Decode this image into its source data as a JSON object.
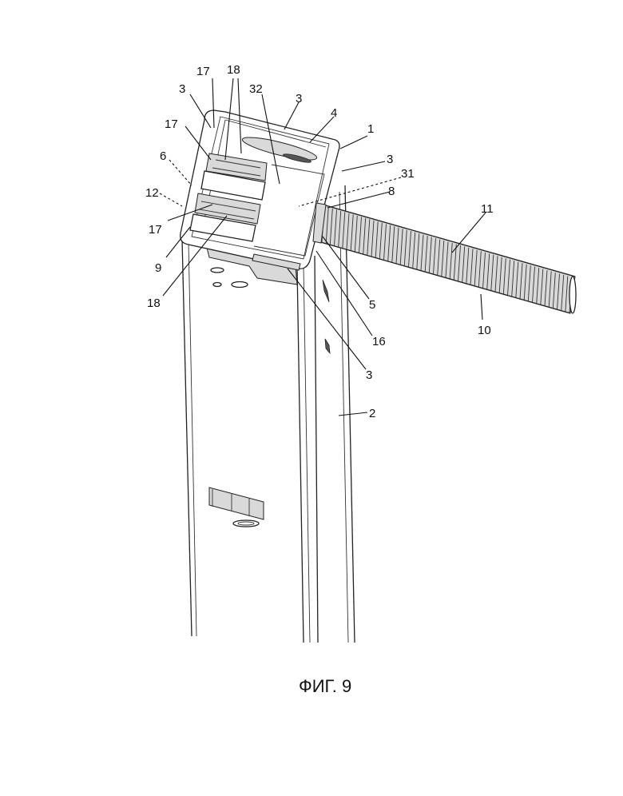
{
  "figure": {
    "caption": "ФИГ. 9",
    "labels": {
      "l17a": "17",
      "l18top": "18",
      "l3a": "3",
      "l32": "32",
      "l3b": "3",
      "l4": "4",
      "l1": "1",
      "l17b": "17",
      "l3c": "3",
      "l6": "6",
      "l31": "31",
      "l8": "8",
      "l12": "12",
      "l11": "11",
      "l17c": "17",
      "l9": "9",
      "l18b": "18",
      "l5": "5",
      "l10": "10",
      "l16": "16",
      "l3d": "3",
      "l2": "2"
    }
  }
}
